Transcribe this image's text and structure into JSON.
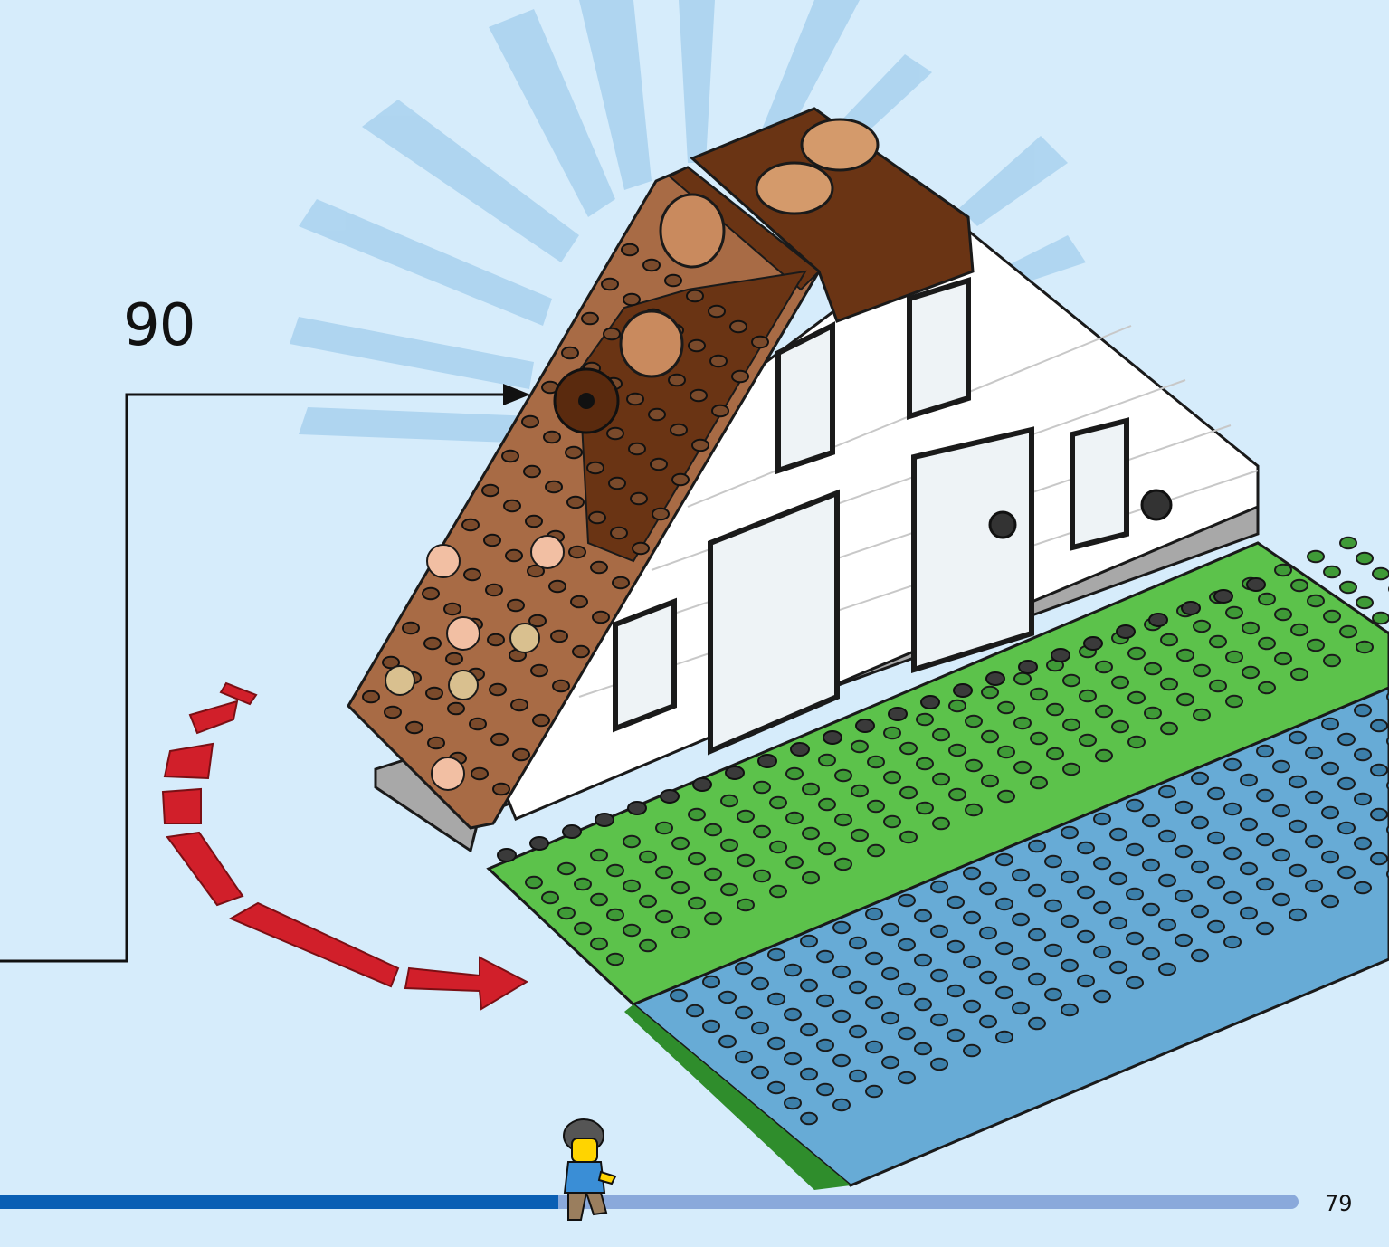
{
  "step": {
    "number": "90"
  },
  "page": {
    "number": "79"
  },
  "progress": {
    "fraction": 0.43
  },
  "colors": {
    "background": "#d6ecfb",
    "burst": "#a9d2ef",
    "progress_done": "#0a5fb4",
    "progress_todo": "#8aa9db",
    "arrow_red": "#d11f2a",
    "baseplate_green": "#5cc24b",
    "baseplate_blue": "#67abd6",
    "roof_brown": "#a86b45",
    "roof_dark_brown": "#6a3414",
    "wall_white": "#ffffff",
    "wall_grey": "#a8a8a8"
  },
  "icons": {
    "rotate_arrow": "rotation-arrow-icon",
    "callout_arrow": "callout-arrow-icon",
    "minifigure": "minifigure-icon"
  }
}
